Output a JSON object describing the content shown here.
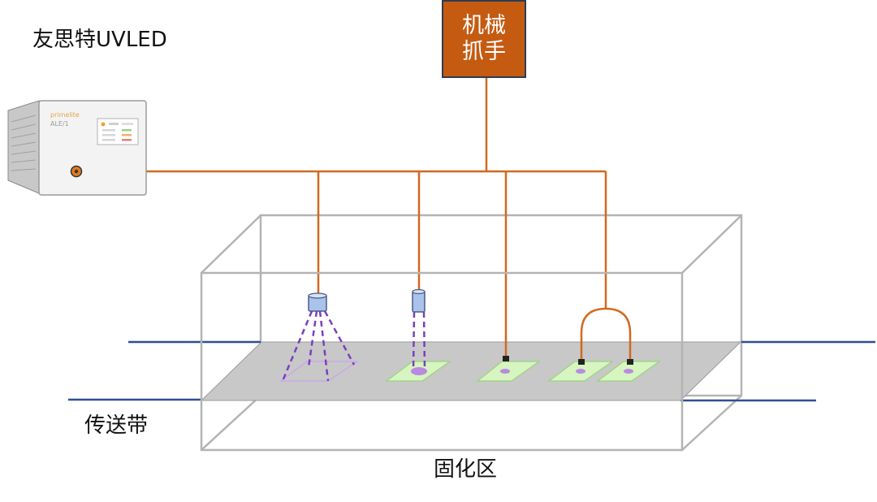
{
  "labels": {
    "brand": "友思特UVLED",
    "robot_line1": "机械",
    "robot_line2": "抓手",
    "conveyor": "传送带",
    "curing_zone": "固化区"
  },
  "device": {
    "brand_text": "primelite",
    "model_text": "ALE/1"
  },
  "colors": {
    "fiber": "#d2691e",
    "robot_fill": "#c55a11",
    "conveyor": "#2e4f93",
    "box_outline": "#b4b4b4",
    "platform": "#c8c8c8",
    "light_beam": "#7b3fbf",
    "spot": "#b98ae0",
    "workpiece": "#d6f5c0",
    "lens": "#a9c3ec"
  }
}
